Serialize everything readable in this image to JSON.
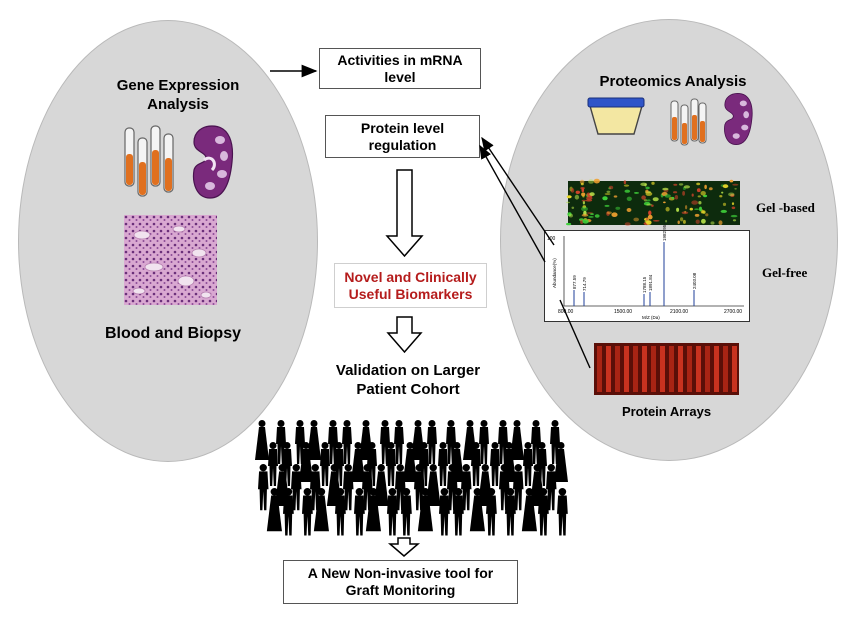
{
  "left_panel": {
    "title": "Gene Expression Analysis",
    "caption": "Blood and Biopsy"
  },
  "flow": {
    "mrna_box": "Activities in mRNA level",
    "protein_box": "Protein level regulation",
    "biomarkers_box": "Novel and Clinically Useful Biomarkers",
    "validation_text": "Validation on Larger Patient Cohort",
    "final_box": "A New Non-invasive tool for Graft Monitoring"
  },
  "right_panel": {
    "title": "Proteomics Analysis",
    "gel_based_label": "Gel -based",
    "gel_free_label": "Gel-free",
    "arrays_label": "Protein Arrays"
  },
  "spectrum": {
    "y_tick_top": "100",
    "y_axis_label": "Abundance(%)",
    "x_axis_label": "M/Z (Da)",
    "x_ticks": [
      "800.00",
      "1500.00",
      "2100.00",
      "2700.00"
    ],
    "peak_labels": [
      "877.59",
      "714.79",
      "1788.15",
      "1891.84",
      "1982.95",
      "2403.08"
    ]
  },
  "colors": {
    "ellipse_fill": "#d7d7d7",
    "tube_liquid": "#e0701f",
    "kidney": "#7a2a7c",
    "biomarker_text": "#b51c1c",
    "gel_background": "#0d2b0d",
    "array_red": "#8b1a0f"
  }
}
